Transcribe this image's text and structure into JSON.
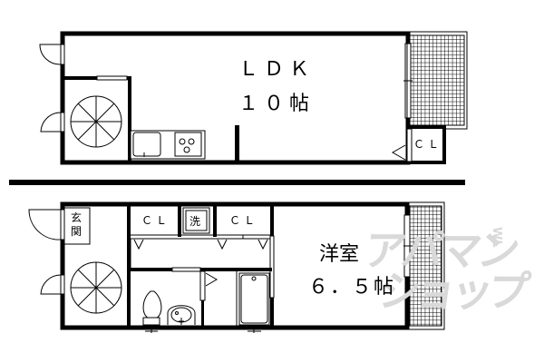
{
  "floor_plan": {
    "upper_floor": {
      "rooms": [
        {
          "name": "LDK",
          "label": "ＬＤＫ",
          "size": "１０帖"
        },
        {
          "name": "closet",
          "label": "ＣＬ"
        }
      ],
      "features": [
        "spiral-staircase",
        "kitchen-sink",
        "gas-stove",
        "balcony",
        "two-doors"
      ]
    },
    "lower_floor": {
      "rooms": [
        {
          "name": "entrance",
          "label_top": "玄",
          "label_bottom": "関"
        },
        {
          "name": "closet-left",
          "label": "ＣＬ"
        },
        {
          "name": "laundry",
          "label": "洗"
        },
        {
          "name": "closet-right",
          "label": "ＣＬ"
        },
        {
          "name": "western-room",
          "label": "洋室",
          "size": "６．５帖"
        }
      ],
      "features": [
        "spiral-staircase",
        "toilet",
        "wash-basin",
        "bathtub",
        "balcony",
        "two-doors"
      ]
    },
    "watermark": {
      "line1": "アパマン",
      "line2": "ショップ",
      "mark": "WL"
    },
    "colors": {
      "wall": "#000000",
      "background": "#ffffff",
      "watermark": "#d9d9d9"
    }
  }
}
